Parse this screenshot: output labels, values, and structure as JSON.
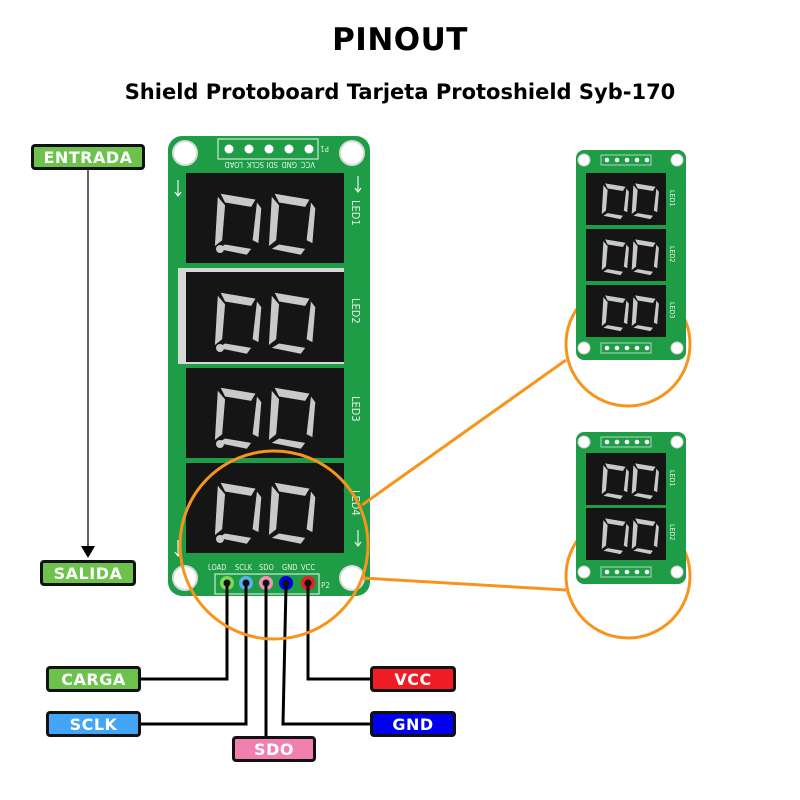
{
  "header": {
    "title": "PINOUT",
    "subtitle": "Shield Protoboard Tarjeta Protoshield Syb-170"
  },
  "flow": {
    "input_label": "ENTRADA",
    "output_label": "SALIDA"
  },
  "board": {
    "top_connector": "P1",
    "bottom_connector": "P2",
    "top_pins": [
      "LOAD",
      "SCLK",
      "SDI",
      "GND",
      "VCC"
    ],
    "bottom_pins": [
      "LOAD",
      "SCLK",
      "SDO",
      "GND",
      "VCC"
    ],
    "displays": [
      "LED1",
      "LED2",
      "LED3",
      "LED4"
    ]
  },
  "small_board_a": {
    "displays": [
      "LED1",
      "LED2",
      "LED3"
    ]
  },
  "small_board_b": {
    "displays": [
      "LED1",
      "LED2"
    ]
  },
  "pin_tags": [
    {
      "label": "CARGA",
      "color": "#6cc24a"
    },
    {
      "label": "SCLK",
      "color": "#42a5f5"
    },
    {
      "label": "SDO",
      "color": "#f17fb0"
    },
    {
      "label": "GND",
      "color": "#0000ee"
    },
    {
      "label": "VCC",
      "color": "#ee1c25"
    }
  ],
  "colors": {
    "pcb": "#1e9c46",
    "highlight": "#f7941d",
    "flow_tag": "#6cc24a"
  }
}
